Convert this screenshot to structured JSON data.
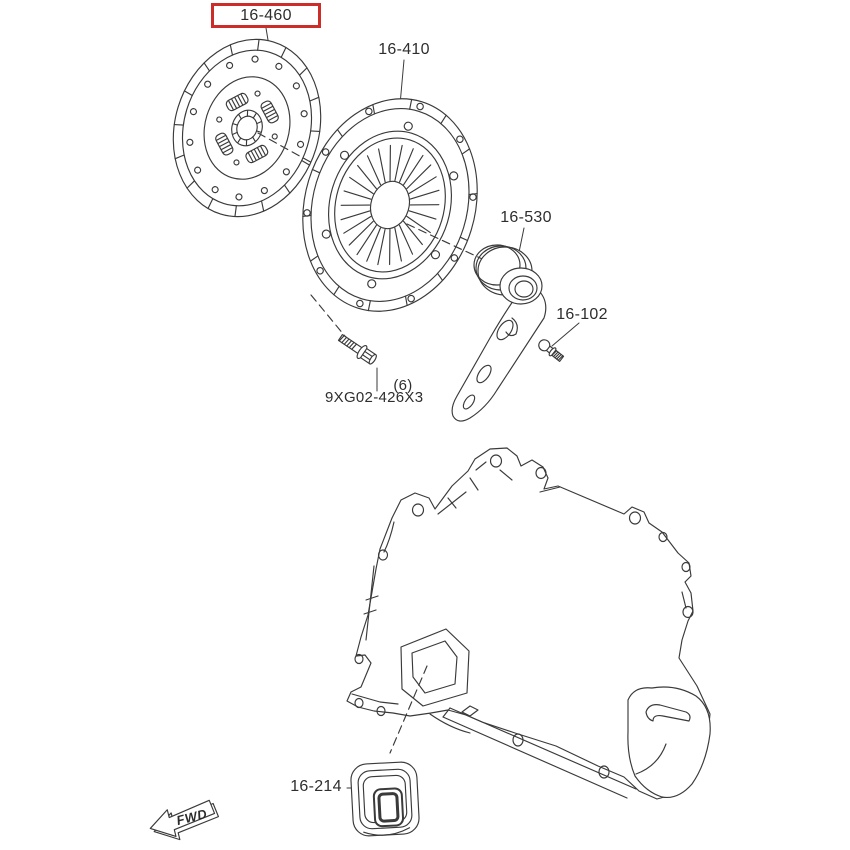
{
  "colors": {
    "highlight_box": "#cd2d28",
    "line": "#3a3a3a",
    "text": "#2e2e2e",
    "background": "#ffffff"
  },
  "highlighted_part": "16-460",
  "parts": [
    {
      "code": "16-460",
      "highlighted": true
    },
    {
      "code": "16-410",
      "highlighted": false
    },
    {
      "code": "16-530",
      "highlighted": false
    },
    {
      "code": "16-102",
      "highlighted": false
    },
    {
      "code": "9XG02-426X3",
      "quantity": "(6)",
      "highlighted": false
    },
    {
      "code": "16-214",
      "highlighted": false
    }
  ],
  "indicator": {
    "fwd_label": "FWD"
  }
}
